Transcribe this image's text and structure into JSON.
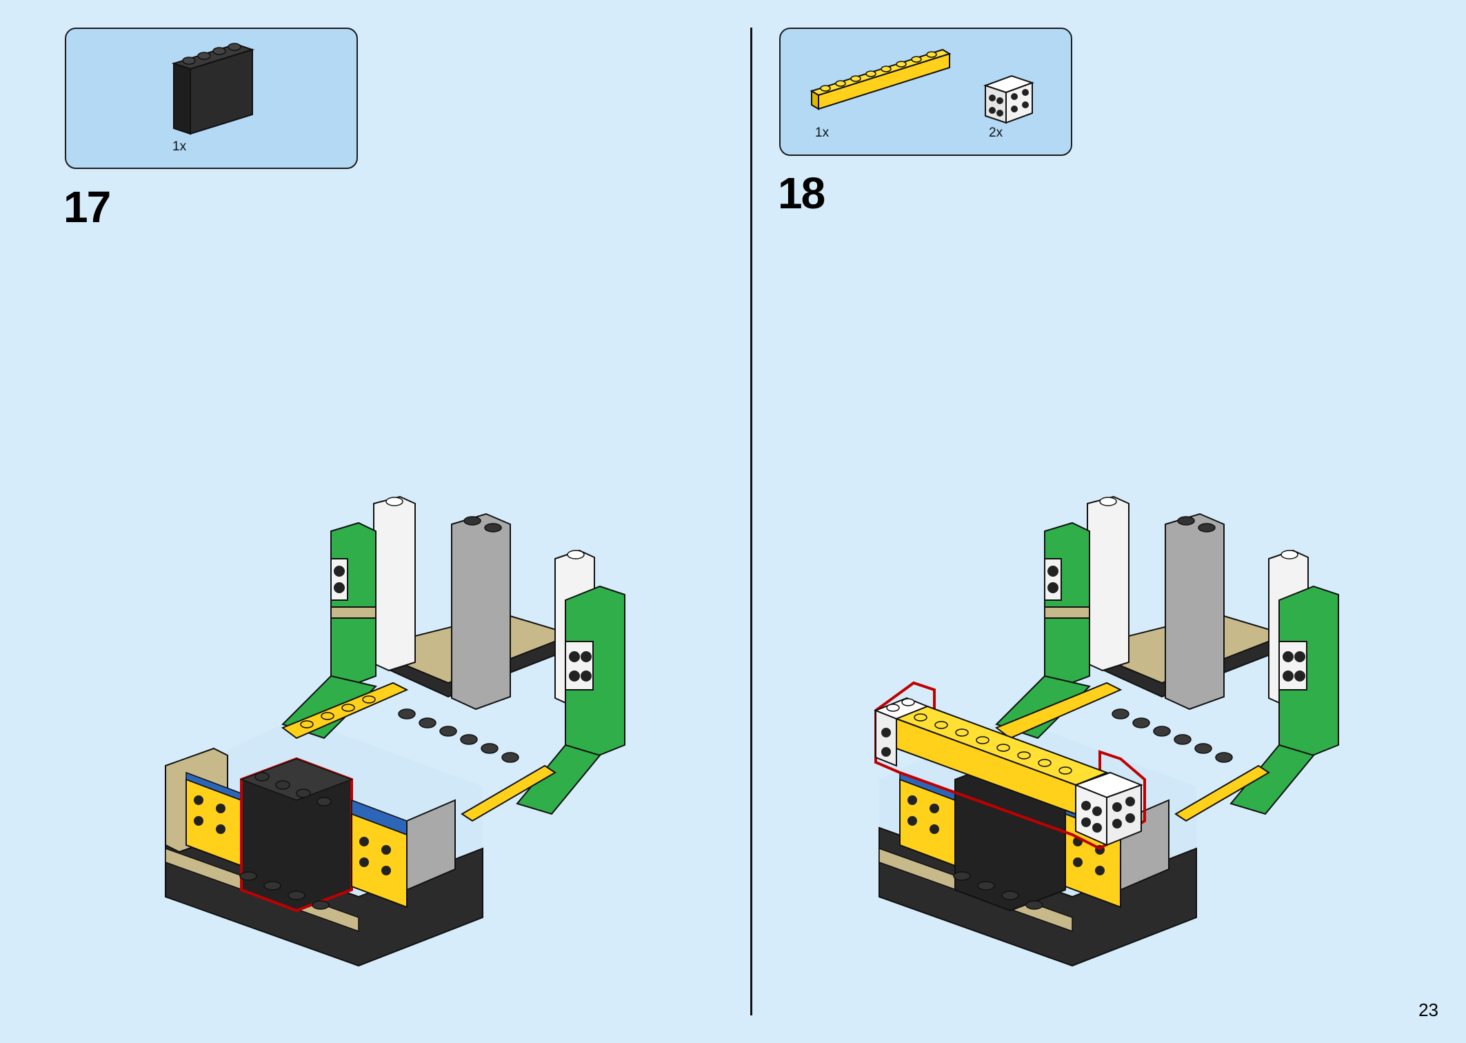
{
  "page_number": "23",
  "steps": [
    {
      "number": "17",
      "parts": [
        {
          "quantity": "1x",
          "name": "black-brick-1x4"
        }
      ]
    },
    {
      "number": "18",
      "parts": [
        {
          "quantity": "1x",
          "name": "yellow-plate-1x8"
        },
        {
          "quantity": "2x",
          "name": "white-brick-with-studs-on-side"
        }
      ]
    }
  ],
  "colors": {
    "background": "#d6ecfa",
    "parts_box": "#b4d9f5",
    "highlight": "#c00000"
  }
}
